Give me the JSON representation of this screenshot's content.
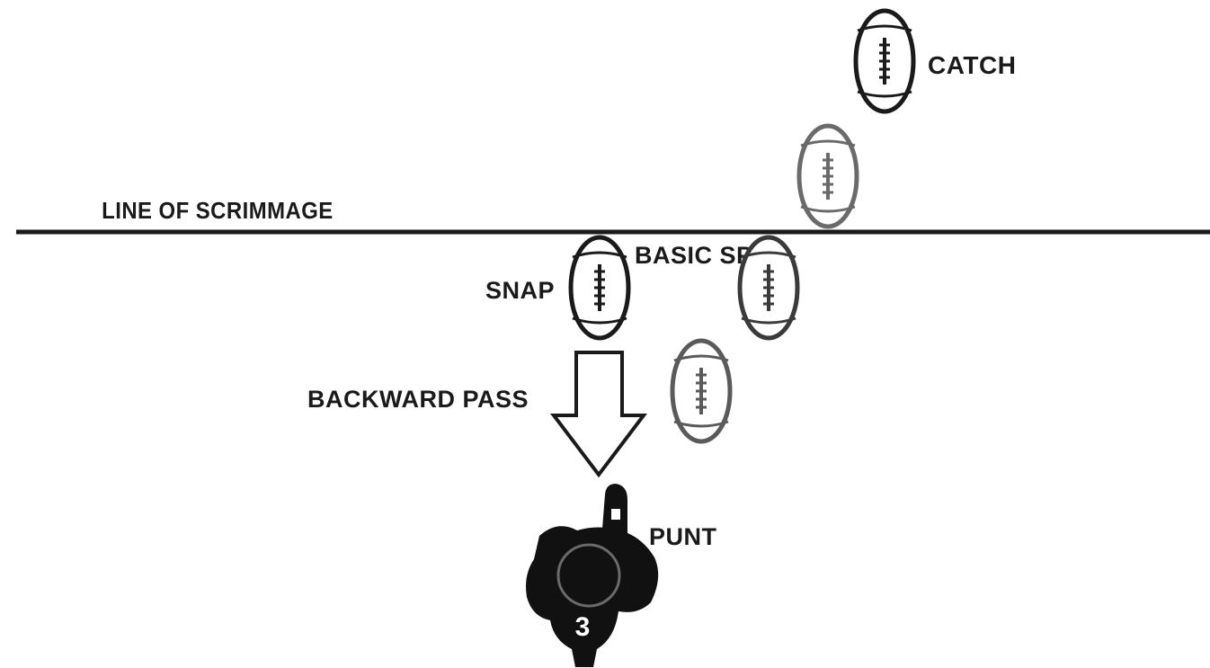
{
  "diagram": {
    "labels": {
      "line_of_scrimmage": "LINE OF SCRIMMAGE",
      "catch": "CATCH",
      "basic_spot": "BASIC SPOT",
      "snap": "SNAP",
      "backward_pass": "BACKWARD PASS",
      "punt": "PUNT",
      "player_number": "3"
    },
    "colors": {
      "ink": "#1a1a1a",
      "faded_ink": "#6a6a6a",
      "background": "#ffffff"
    },
    "icons": [
      "football-icon",
      "arrow-down-icon",
      "player-icon"
    ]
  }
}
